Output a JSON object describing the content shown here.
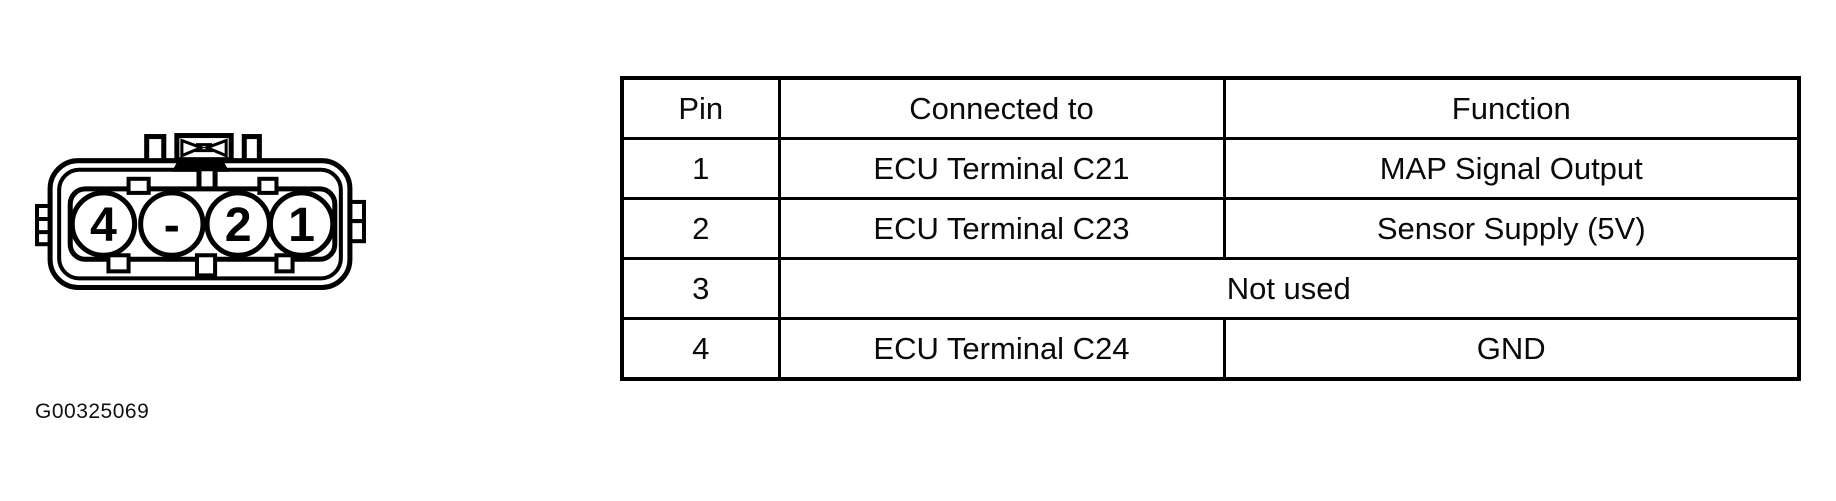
{
  "colors": {
    "ink": "#000000",
    "paper": "#ffffff"
  },
  "figure_id": "G00325069",
  "connector": {
    "description": "4-way MAP sensor connector, front view",
    "pins": [
      "4",
      "-",
      "2",
      "1"
    ]
  },
  "table": {
    "headers": [
      "Pin",
      "Connected to",
      "Function"
    ],
    "rows": [
      {
        "pin": "1",
        "connected_to": "ECU Terminal C21",
        "function": "MAP Signal Output"
      },
      {
        "pin": "2",
        "connected_to": "ECU Terminal C23",
        "function": "Sensor Supply (5V)"
      },
      {
        "pin": "3",
        "merged": "Not used"
      },
      {
        "pin": "4",
        "connected_to": "ECU Terminal C24",
        "function": "GND"
      }
    ]
  }
}
